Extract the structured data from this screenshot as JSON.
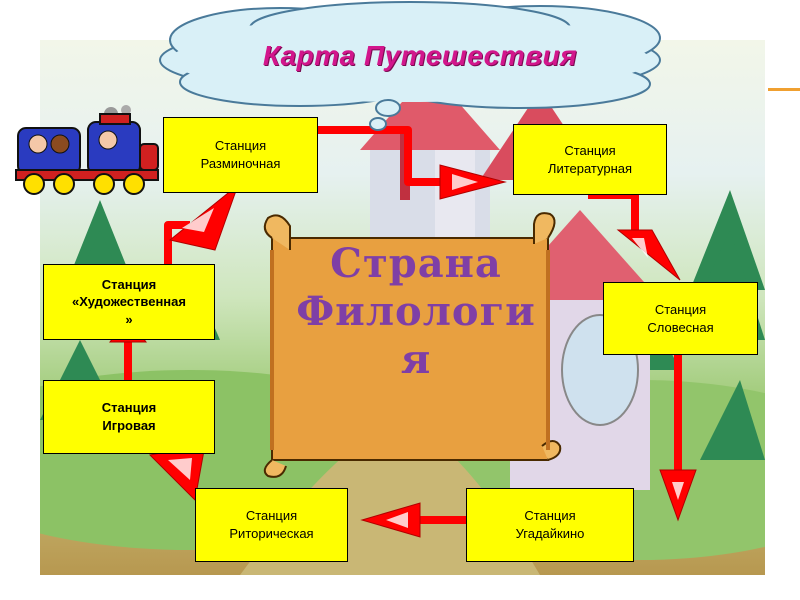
{
  "title": "Карта Путешествия",
  "center_title": [
    "Страна",
    "Филологи",
    "я"
  ],
  "stations": {
    "warmup": [
      "Станция",
      "Разминочная"
    ],
    "literary": [
      "Станция",
      "Литературная"
    ],
    "verbal": [
      "Станция",
      "Словесная"
    ],
    "riddle": [
      "Станция",
      "Угадайкино"
    ],
    "rhetoric": [
      "Станция",
      "Риторическая"
    ],
    "game": [
      "Станция",
      "Игровая"
    ],
    "art": [
      "Станция",
      "«Художественная",
      "»"
    ]
  },
  "colors": {
    "station_fill": "#ffff00",
    "arrow": "#ff0000",
    "title": "#d2168c",
    "center_text": "#7f3fa6",
    "scroll": "#e8a040"
  },
  "icons": [
    "cloud-icon",
    "train-icon",
    "scroll-icon",
    "arrow-icon",
    "castle-illustration",
    "tree-icon"
  ]
}
